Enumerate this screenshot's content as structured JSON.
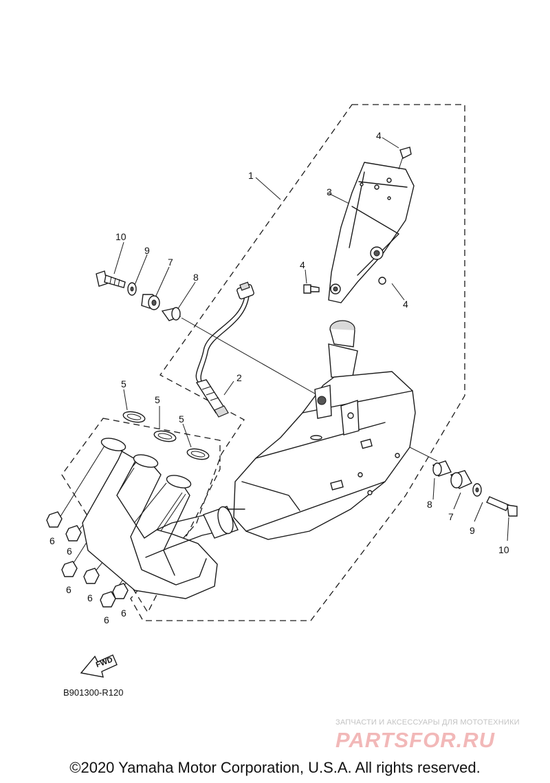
{
  "callouts": {
    "c1": "1",
    "c2": "2",
    "c3": "3",
    "c4a": "4",
    "c4b": "4",
    "c4c": "4",
    "c5a": "5",
    "c5b": "5",
    "c5c": "5",
    "c6a": "6",
    "c6b": "6",
    "c6c": "6",
    "c6d": "6",
    "c6e": "6",
    "c6f": "6",
    "c7a": "7",
    "c7b": "7",
    "c8a": "8",
    "c8b": "8",
    "c9a": "9",
    "c9b": "9",
    "c10a": "10",
    "c10b": "10"
  },
  "fwd_label": "FWD",
  "diagram_code": "B901300-R120",
  "watermark": {
    "tagline": "ЗАПЧАСТИ И АКСЕССУАРЫ ДЛЯ МОТОТЕХНИКИ",
    "logo": "PARTSFOR.RU"
  },
  "copyright": "©2020 Yamaha Motor Corporation, U.S.A. All rights reserved."
}
